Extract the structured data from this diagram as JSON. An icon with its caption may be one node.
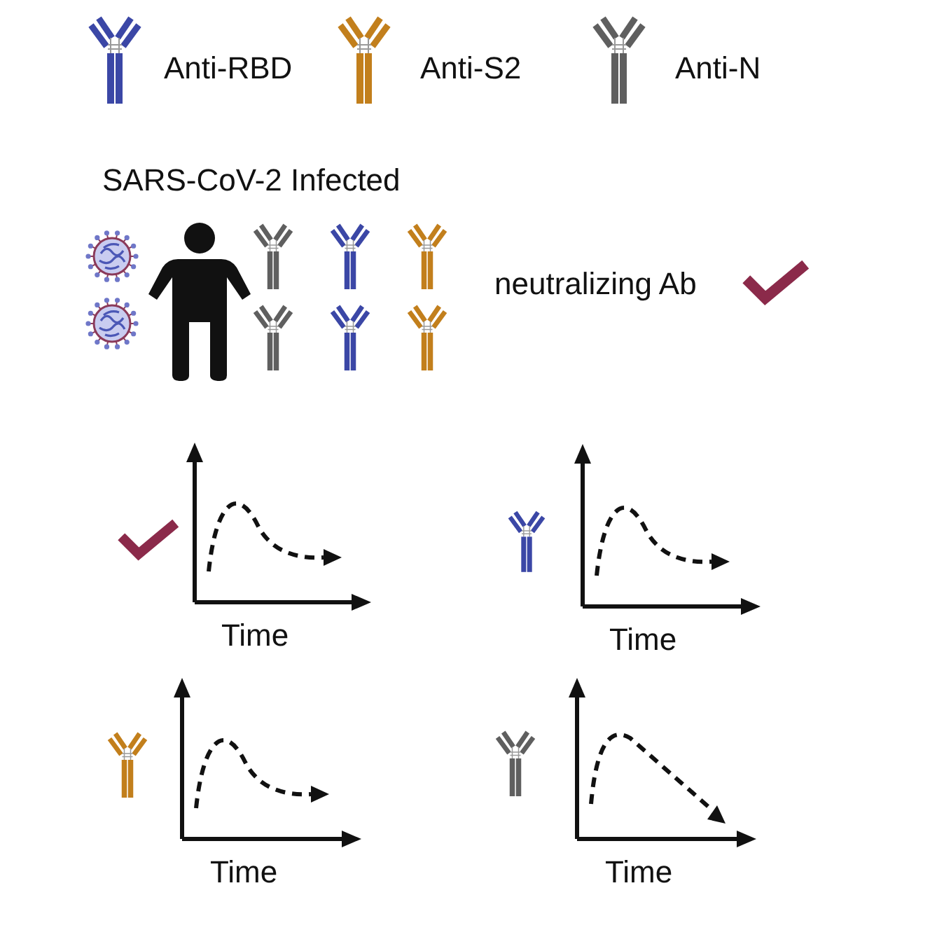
{
  "diagram": {
    "legend": [
      {
        "text": "Anti-RBD"
      },
      {
        "text": "Anti-S2"
      },
      {
        "text": "Anti-N"
      }
    ],
    "labels": [
      "SARS-CoV-2 Infected",
      "neutralizing Ab",
      "Time",
      "Time",
      "Time",
      "Time"
    ]
  }
}
